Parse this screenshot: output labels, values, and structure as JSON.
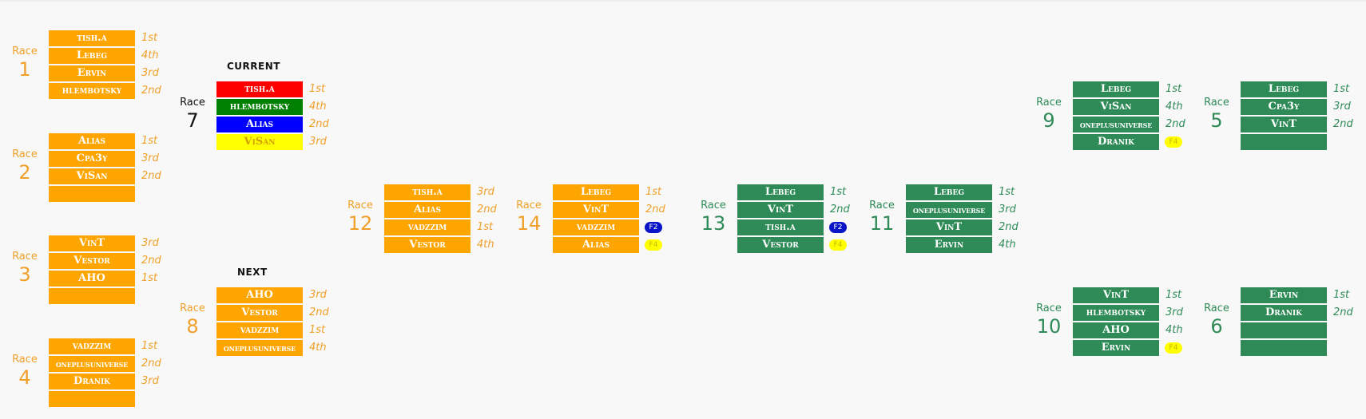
{
  "headings": {
    "current": "CURRENT",
    "next": "NEXT"
  },
  "colors": {
    "orange": "#ffa500",
    "green": "#2e8b57",
    "red": "#ff0000",
    "dark_green": "#008000",
    "blue": "#0000ff",
    "yellow": "#ffff00",
    "badge_blue": "#0a14c8",
    "badge_yellow": "#ffff00"
  },
  "races": [
    {
      "word": "Race",
      "number": "1",
      "theme": "orange",
      "slots": [
        {
          "name": "tish.a",
          "place": "1st"
        },
        {
          "name": "Lebeg",
          "place": "4th"
        },
        {
          "name": "Ervin",
          "place": "3rd"
        },
        {
          "name": "hlembotsky",
          "place": "2nd"
        }
      ]
    },
    {
      "word": "Race",
      "number": "2",
      "theme": "orange",
      "slots": [
        {
          "name": "Alias",
          "place": "1st"
        },
        {
          "name": "Cpa3y",
          "place": "3rd"
        },
        {
          "name": "ViSan",
          "place": "2nd"
        },
        {
          "name": "",
          "place": ""
        }
      ]
    },
    {
      "word": "Race",
      "number": "3",
      "theme": "orange",
      "slots": [
        {
          "name": "VinT",
          "place": "3rd"
        },
        {
          "name": "Vestor",
          "place": "2nd"
        },
        {
          "name": "AHO",
          "place": "1st"
        },
        {
          "name": "",
          "place": ""
        }
      ]
    },
    {
      "word": "Race",
      "number": "4",
      "theme": "orange",
      "slots": [
        {
          "name": "vadzzim",
          "place": "1st"
        },
        {
          "name": "oneplusuniverse",
          "place": "2nd"
        },
        {
          "name": "Dranik",
          "place": "3rd"
        },
        {
          "name": "",
          "place": ""
        }
      ]
    },
    {
      "word": "Race",
      "number": "7",
      "theme": "current",
      "slots": [
        {
          "name": "tish.a",
          "place": "1st",
          "color": "red"
        },
        {
          "name": "hlembotsky",
          "place": "4th",
          "color": "dark_green"
        },
        {
          "name": "Alias",
          "place": "2nd",
          "color": "blue"
        },
        {
          "name": "ViSan",
          "place": "3rd",
          "color": "yellow"
        }
      ]
    },
    {
      "word": "Race",
      "number": "8",
      "theme": "orange",
      "slots": [
        {
          "name": "AHO",
          "place": "3rd"
        },
        {
          "name": "Vestor",
          "place": "2nd"
        },
        {
          "name": "vadzzim",
          "place": "1st"
        },
        {
          "name": "oneplusuniverse",
          "place": "4th"
        }
      ]
    },
    {
      "word": "Race",
      "number": "12",
      "theme": "orange",
      "slots": [
        {
          "name": "tish.a",
          "place": "3rd"
        },
        {
          "name": "Alias",
          "place": "2nd"
        },
        {
          "name": "vadzzim",
          "place": "1st"
        },
        {
          "name": "Vestor",
          "place": "4th"
        }
      ]
    },
    {
      "word": "Race",
      "number": "14",
      "theme": "orange",
      "slots": [
        {
          "name": "Lebeg",
          "place": "1st"
        },
        {
          "name": "VinT",
          "place": "2nd"
        },
        {
          "name": "vadzzim",
          "place": "",
          "badge": "F2",
          "badge_color": "blue"
        },
        {
          "name": "Alias",
          "place": "",
          "badge": "F4",
          "badge_color": "yellow"
        }
      ]
    },
    {
      "word": "Race",
      "number": "13",
      "theme": "green",
      "slots": [
        {
          "name": "Lebeg",
          "place": "1st"
        },
        {
          "name": "VinT",
          "place": "2nd"
        },
        {
          "name": "tish.a",
          "place": "",
          "badge": "F2",
          "badge_color": "blue"
        },
        {
          "name": "Vestor",
          "place": "",
          "badge": "F4",
          "badge_color": "yellow"
        }
      ]
    },
    {
      "word": "Race",
      "number": "11",
      "theme": "green",
      "slots": [
        {
          "name": "Lebeg",
          "place": "1st"
        },
        {
          "name": "oneplusuniverse",
          "place": "3rd"
        },
        {
          "name": "VinT",
          "place": "2nd"
        },
        {
          "name": "Ervin",
          "place": "4th"
        }
      ]
    },
    {
      "word": "Race",
      "number": "9",
      "theme": "green",
      "slots": [
        {
          "name": "Lebeg",
          "place": "1st"
        },
        {
          "name": "ViSan",
          "place": "4th"
        },
        {
          "name": "oneplusuniverse",
          "place": "2nd"
        },
        {
          "name": "Dranik",
          "place": "",
          "badge": "F4",
          "badge_color": "yellow"
        }
      ]
    },
    {
      "word": "Race",
      "number": "5",
      "theme": "green",
      "slots": [
        {
          "name": "Lebeg",
          "place": "1st"
        },
        {
          "name": "Cpa3y",
          "place": "3rd"
        },
        {
          "name": "VinT",
          "place": "2nd"
        },
        {
          "name": "",
          "place": ""
        }
      ]
    },
    {
      "word": "Race",
      "number": "10",
      "theme": "green",
      "slots": [
        {
          "name": "VinT",
          "place": "1st"
        },
        {
          "name": "hlembotsky",
          "place": "3rd"
        },
        {
          "name": "AHO",
          "place": "4th"
        },
        {
          "name": "Ervin",
          "place": "",
          "badge": "F4",
          "badge_color": "yellow"
        }
      ]
    },
    {
      "word": "Race",
      "number": "6",
      "theme": "green",
      "slots": [
        {
          "name": "Ervin",
          "place": "1st"
        },
        {
          "name": "Dranik",
          "place": "2nd"
        },
        {
          "name": "",
          "place": ""
        },
        {
          "name": "",
          "place": ""
        }
      ]
    }
  ]
}
